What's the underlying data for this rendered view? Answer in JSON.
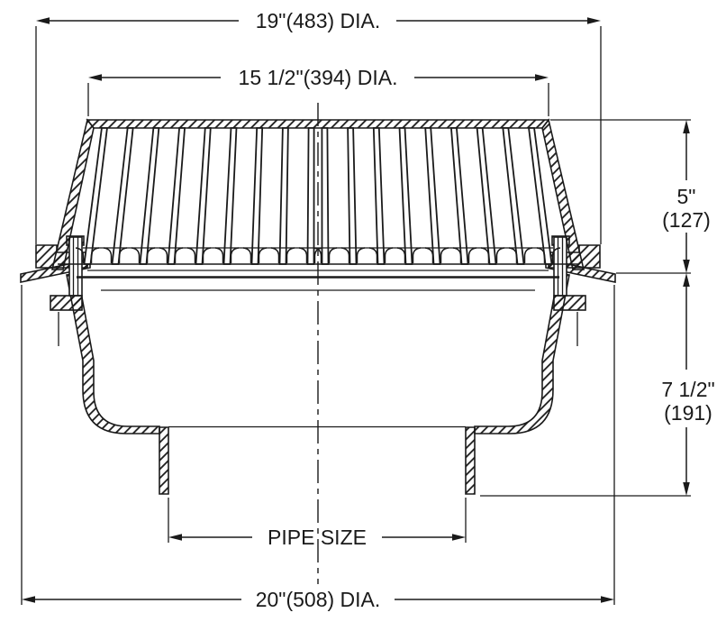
{
  "diagram": {
    "title_semantic": "roof-drain-cross-section",
    "dim_top_diameter": "19\"(483) DIA.",
    "dim_grate_diameter": "15 1/2\"(394) DIA.",
    "dim_upper_height_in": "5\"",
    "dim_upper_height_mm": "(127)",
    "dim_lower_height_in": "7 1/2\"",
    "dim_lower_height_mm": "(191)",
    "dim_pipe_label": "PIPE SIZE",
    "dim_bottom_diameter": "20\"(508) DIA."
  },
  "colors": {
    "line": "#1a1a1a",
    "background": "#ffffff"
  }
}
